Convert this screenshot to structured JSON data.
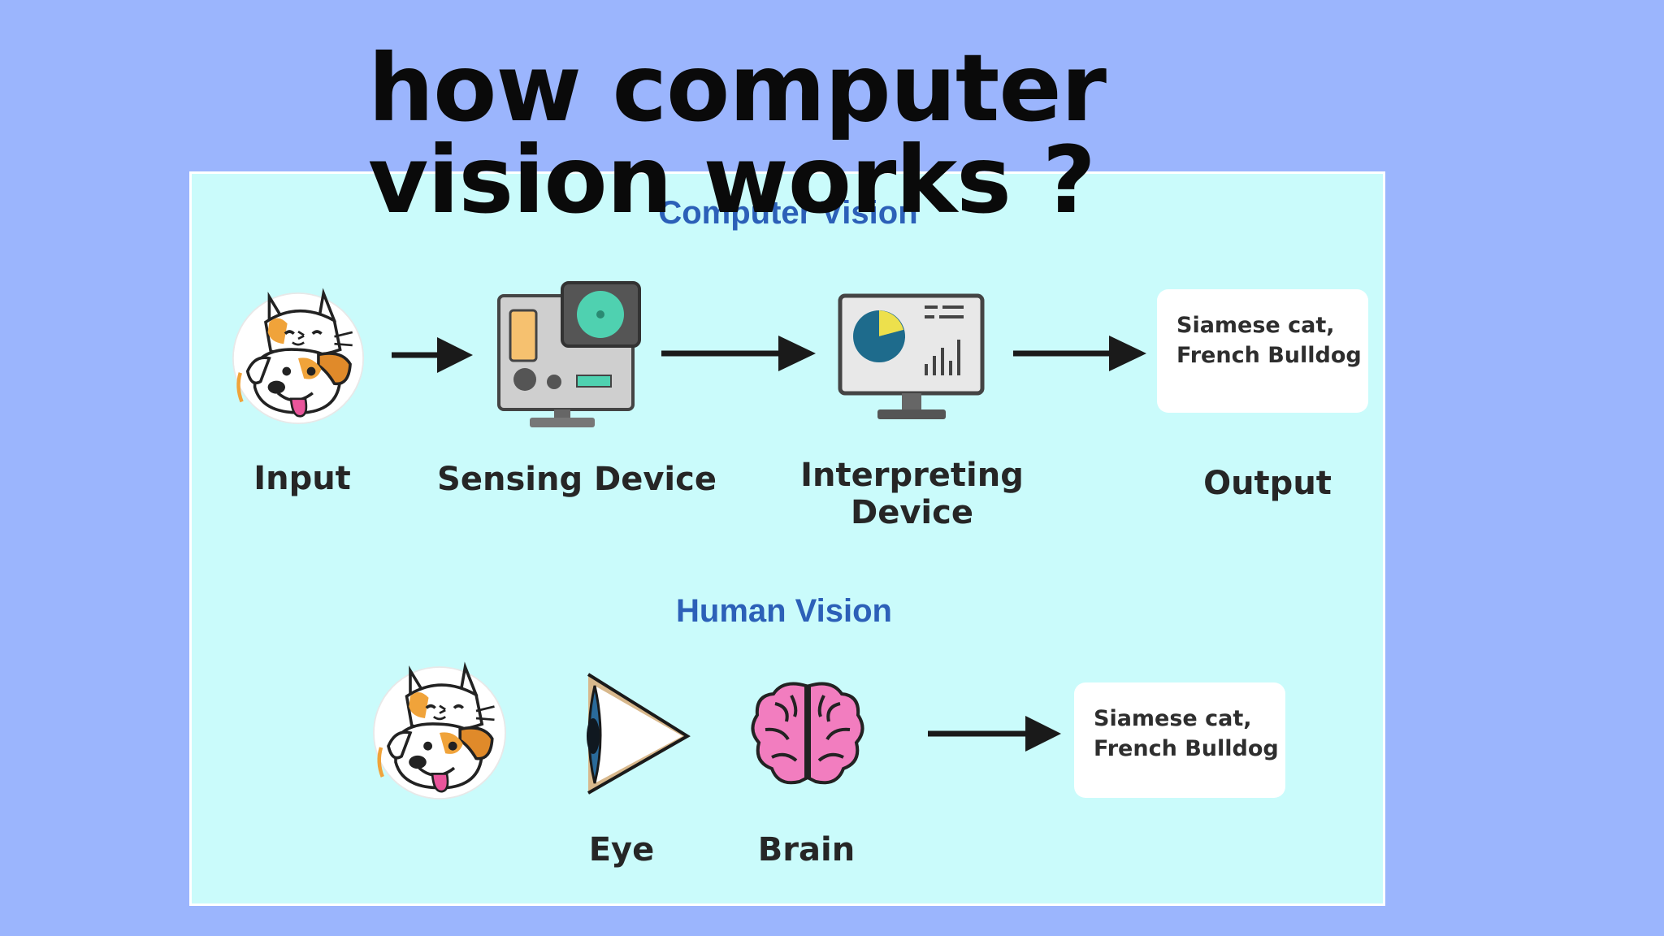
{
  "title": {
    "line1": "how computer",
    "line2": "vision works ?"
  },
  "computer_vision": {
    "heading": "Computer Vision",
    "steps": [
      {
        "label": "Input",
        "icon": "cat-dog-icon"
      },
      {
        "label": "Sensing Device",
        "icon": "camera-computer-icon"
      },
      {
        "label_line1": "Interpreting",
        "label_line2": "Device",
        "icon": "analytics-monitor-icon"
      },
      {
        "label": "Output"
      }
    ],
    "output": {
      "line1": "Siamese cat,",
      "line2": "French Bulldog"
    }
  },
  "human_vision": {
    "heading": "Human Vision",
    "steps": [
      {
        "icon": "cat-dog-icon"
      },
      {
        "label": "Eye",
        "icon": "eye-icon"
      },
      {
        "label": "Brain",
        "icon": "brain-icon"
      }
    ],
    "output": {
      "line1": "Siamese cat,",
      "line2": "French Bulldog"
    }
  },
  "colors": {
    "background": "#9bb5fd",
    "panel": "#cafbfb",
    "heading_blue": "#2c60b8",
    "label_text": "#262626",
    "title_text": "#0a0a0a"
  }
}
